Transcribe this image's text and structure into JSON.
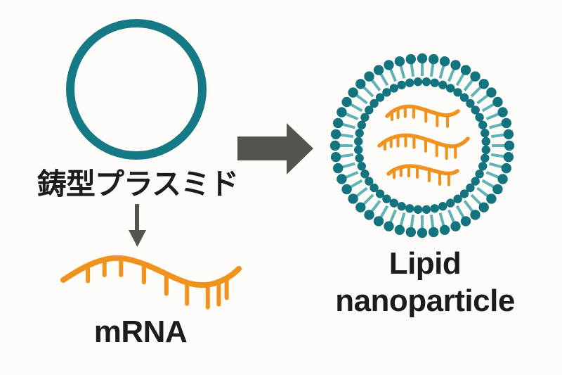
{
  "diagram": {
    "title": "mRNA-LNP production overview",
    "nodes": {
      "plasmid": {
        "label": "鋳型プラスミド",
        "icon": "circular-plasmid-icon"
      },
      "mrna": {
        "label": "mRNA",
        "icon": "mrna-strand-icon",
        "teeth": 9
      },
      "lipid_nanoparticle": {
        "label_line1": "Lipid",
        "label_line2": "nanoparticle",
        "icon": "lipid-bilayer-sphere-icon",
        "outer_lipid_count": 48,
        "inner_lipid_count": 48,
        "encapsulated_mrna_count": 3
      }
    },
    "edges": [
      {
        "from": "plasmid",
        "to": "mrna",
        "icon": "arrow-down-icon"
      },
      {
        "from": "plasmid",
        "to": "lipid_nanoparticle",
        "icon": "arrow-right-icon"
      }
    ],
    "colors": {
      "background": "#fdfcf8",
      "plasmid_teal": "#167a86",
      "lipid_head": "#137480",
      "lipid_tail": "#5fb3b8",
      "mrna_orange": "#f0921e",
      "arrow_gray": "#57534f",
      "text": "#1c1c1c"
    }
  }
}
